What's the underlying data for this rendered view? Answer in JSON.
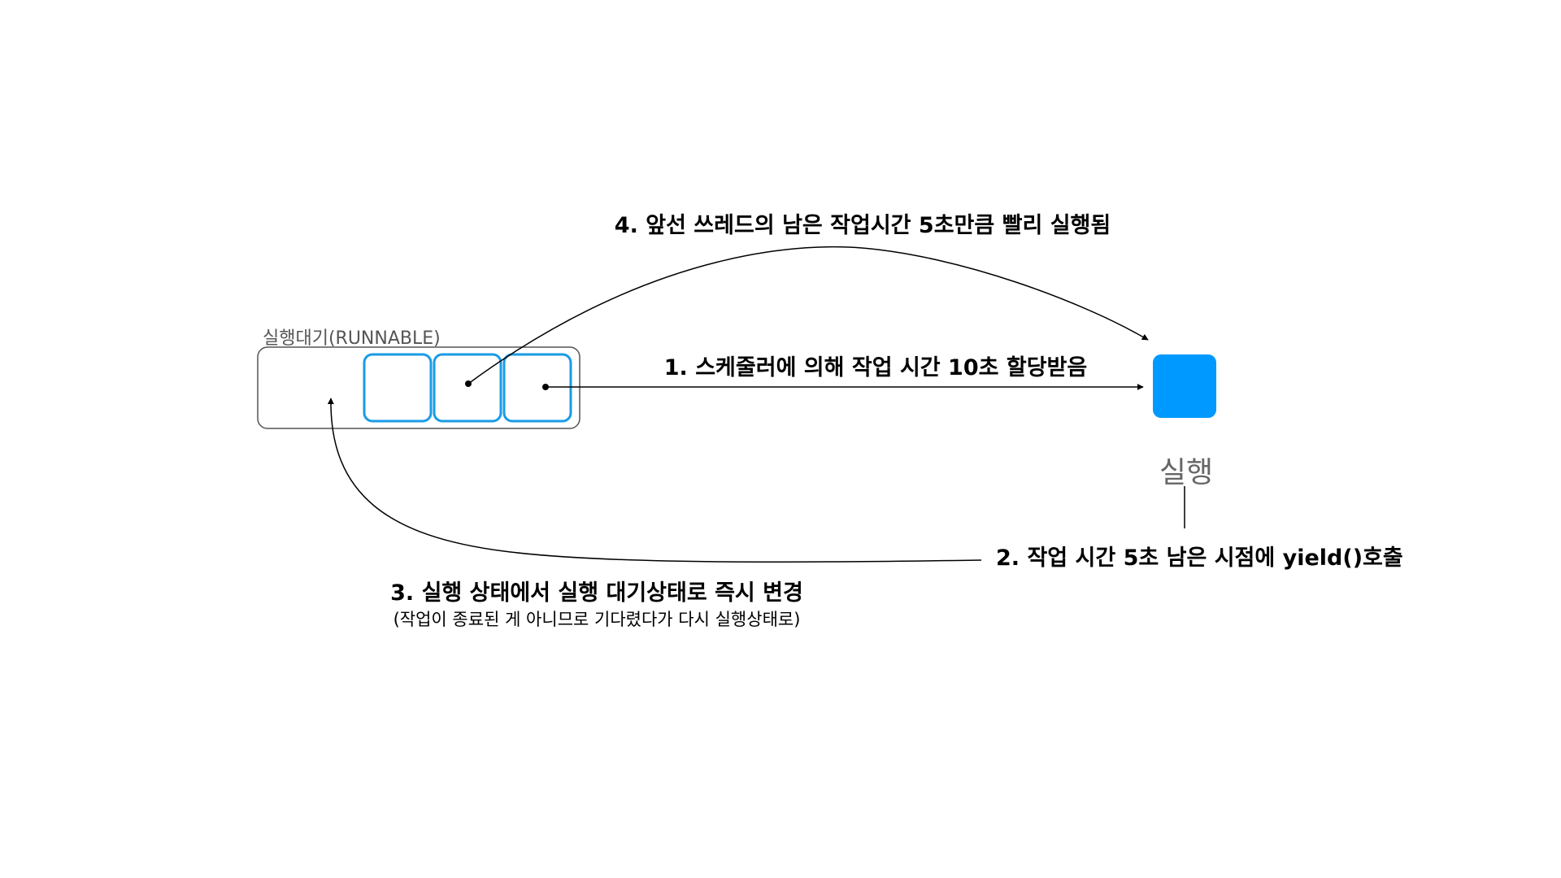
{
  "queue": {
    "label": "실행대기(RUNNABLE)",
    "thread_count": 3
  },
  "running": {
    "label": "실행"
  },
  "steps": {
    "step1": "1. 스케줄러에 의해 작업 시간 10초 할당받음",
    "step2": "2. 작업 시간 5초 남은 시점에 yield()호출",
    "step3": "3. 실행 상태에서 실행 대기상태로 즉시 변경",
    "step3_note": "(작업이 종료된 게 아니므로 기다렸다가 다시 실행상태로)",
    "step4": "4. 앞선 쓰레드의 남은 작업시간 5초만큼 빨리 실행됨"
  },
  "colors": {
    "thread_stroke": "#1a9be6",
    "running_fill": "#0099ff",
    "line": "#000000",
    "container_stroke": "#555555"
  }
}
